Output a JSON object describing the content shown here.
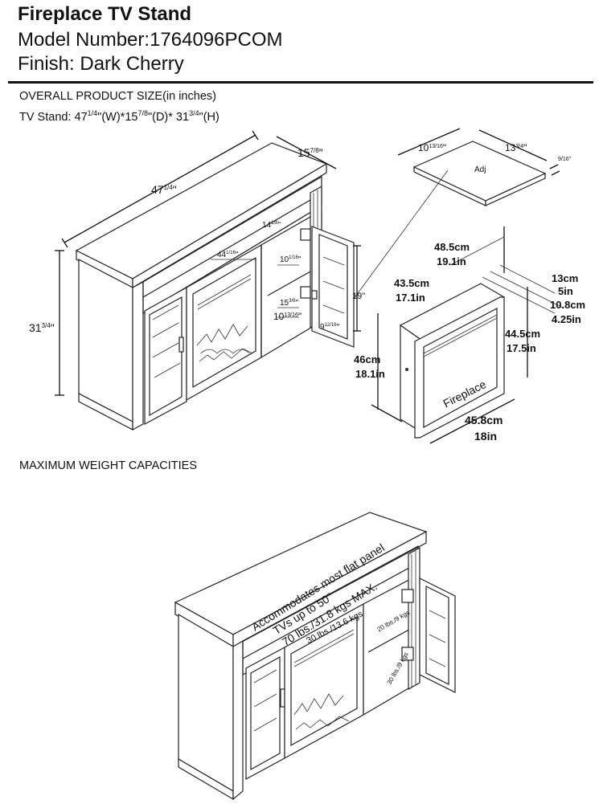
{
  "header": {
    "title": "Fireplace TV Stand",
    "model": "Model Number:1764096PCOM",
    "finish": "Finish: Dark Cherry"
  },
  "overall": {
    "heading": "OVERALL PRODUCT SIZE(in inches)",
    "tv_stand_prefix": "TV Stand: ",
    "tv_stand_w_whole": "47",
    "tv_stand_w_frac": "1/4",
    "tv_stand_w_unit": "\"(W)*",
    "tv_stand_d_whole": "15",
    "tv_stand_d_frac": "7/8",
    "tv_stand_d_unit": "\"(D)* ",
    "tv_stand_h_whole": "31",
    "tv_stand_h_frac": "3/4",
    "tv_stand_h_unit": "\"(H)"
  },
  "stand_dims": {
    "width": "47",
    "width_frac": "1/4",
    "width_unit": "\"",
    "depth": "15",
    "depth_frac": "7/8",
    "depth_unit": "\"",
    "height": "31",
    "height_frac": "3/4",
    "height_unit": "\"",
    "top_opening": "14",
    "top_opening_frac": "1/8",
    "top_opening_unit": "\"",
    "inner_width": "44",
    "inner_width_frac": "1/16",
    "inner_width_unit": "\"",
    "cab_upper": "10",
    "cab_upper_frac": "1/16",
    "cab_upper_unit": "\"",
    "cab_depth": "15",
    "cab_depth_frac": "3/8",
    "cab_depth_unit": "\"",
    "cab_lower": "10",
    "cab_lower_frac": "13/16",
    "cab_lower_unit": "\"",
    "door_width": "9",
    "door_width_frac": "12/16",
    "door_width_unit": "\"",
    "door_height": "19\""
  },
  "shelf_dims": {
    "width": "10",
    "width_frac": "13/16",
    "width_unit": "\"",
    "depth": "13",
    "depth_frac": "3/4",
    "depth_unit": "\"",
    "thickness_frac": "9/16",
    "thickness_unit": "\"",
    "adj_label": "Adj"
  },
  "fireplace_dims": {
    "label": "Fireplace",
    "depth_cm": "48.5cm",
    "depth_in": "19.1in",
    "inner_cm": "43.5cm",
    "inner_in": "17.1in",
    "ext1_cm": "13cm",
    "ext1_in": "5in",
    "ext2_cm": "10.8cm",
    "ext2_in": "4.25in",
    "inner_height_cm": "44.5cm",
    "inner_height_in": "17.5in",
    "height_cm": "46cm",
    "height_in": "18.1in",
    "width_cm": "45.8cm",
    "width_in": "18in"
  },
  "weight": {
    "heading": "MAXIMUM WEIGHT CAPACITIES",
    "top_line1": "Accommodates most flat panel",
    "top_line2": "TVs up to 50\"",
    "top_line3": "70 lbs./31.8 kgs MAX.",
    "shelf_center": "30 lbs./13.6 kgs",
    "shelf_upper": "20 lbs./9 kgs",
    "shelf_lower": "30 lbs./9 kgs"
  }
}
